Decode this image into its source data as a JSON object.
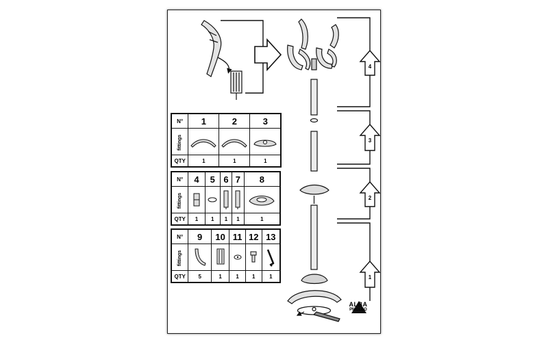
{
  "tables": [
    {
      "header_no": "N°",
      "header_fittings": "fittings",
      "header_qty": "QTY",
      "parts": [
        {
          "number": "1",
          "qty": "1",
          "icon": "curved-leg-icon"
        },
        {
          "number": "2",
          "qty": "1",
          "icon": "curved-leg-icon"
        },
        {
          "number": "3",
          "qty": "1",
          "icon": "base-hub-icon"
        }
      ]
    },
    {
      "header_no": "N°",
      "header_fittings": "fittings",
      "header_qty": "QTY",
      "parts": [
        {
          "number": "4",
          "qty": "1",
          "icon": "short-connector-icon"
        },
        {
          "number": "5",
          "qty": "1",
          "icon": "spacer-ring-icon"
        },
        {
          "number": "6",
          "qty": "1",
          "icon": "threaded-rod-icon"
        },
        {
          "number": "7",
          "qty": "1",
          "icon": "threaded-rod-icon"
        },
        {
          "number": "8",
          "qty": "1",
          "icon": "collar-tray-icon"
        }
      ]
    },
    {
      "header_no": "N°",
      "header_fittings": "fittings",
      "header_qty": "QTY",
      "parts": [
        {
          "number": "9",
          "qty": "5",
          "icon": "coat-hook-icon"
        },
        {
          "number": "10",
          "qty": "1",
          "icon": "hook-holder-icon"
        },
        {
          "number": "11",
          "qty": "1",
          "icon": "washer-icon"
        },
        {
          "number": "12",
          "qty": "1",
          "icon": "screw-icon"
        },
        {
          "number": "13",
          "qty": "1",
          "icon": "allen-key-icon"
        }
      ]
    }
  ],
  "steps": [
    "4",
    "3",
    "2",
    "1"
  ],
  "brand": {
    "line1": "ALBA",
    "line2": "PMCLEO"
  },
  "colors": {
    "ink": "#111111",
    "paper": "#ffffff",
    "part_fill": "#d9d9d9"
  }
}
